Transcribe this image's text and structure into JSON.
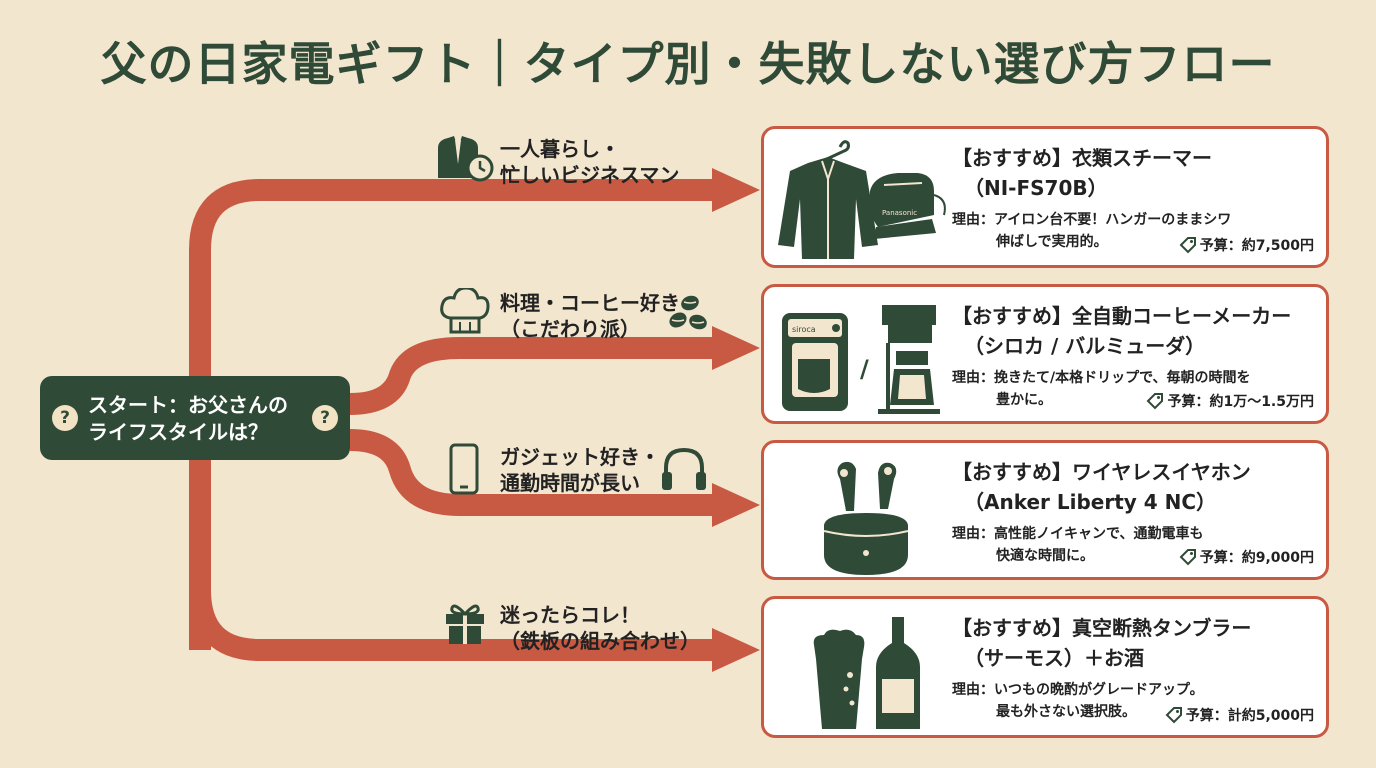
{
  "title": "父の日家電ギフト｜タイプ別・失敗しない選び方フロー",
  "colors": {
    "background": "#f3e6cf",
    "green": "#2f4a37",
    "arrow": "#c85a44",
    "card_border": "#c85a44"
  },
  "start": {
    "text_line1": "スタート：お父さんの",
    "text_line2": "ライフスタイルは？",
    "badge": "?"
  },
  "branches": [
    {
      "icon": "businessman-clock-icon",
      "label_line1": "一人暮らし・",
      "label_line2": "忙しいビジネスマン",
      "card": {
        "heading_line1": "【おすすめ】衣類スチーマー",
        "heading_line2": "（NI-FS70B）",
        "reason_line1": "理由：アイロン台不要！ハンガーのままシワ",
        "reason_line2": "伸ばしで実用的。",
        "budget": "予算：約7,500円",
        "image": "shirt-steamer-icon",
        "brand_text": "Panasonic"
      }
    },
    {
      "icon": "chef-hat-icon",
      "icon2": "coffee-beans-icon",
      "label_line1": "料理・コーヒー好き",
      "label_line2": "（こだわり派）",
      "card": {
        "heading_line1": "【おすすめ】全自動コーヒーメーカー",
        "heading_line2": "（シロカ / バルミューダ）",
        "reason_line1": "理由：挽きたて/本格ドリップで、毎朝の時間を",
        "reason_line2": "豊かに。",
        "budget": "予算：約1万〜1.5万円",
        "image": "coffee-makers-icon",
        "brand_text": "siroca",
        "separator": "/"
      }
    },
    {
      "icon": "smartphone-icon",
      "icon2": "headphones-icon",
      "label_line1": "ガジェット好き・",
      "label_line2": "通勤時間が長い",
      "card": {
        "heading_line1": "【おすすめ】ワイヤレスイヤホン",
        "heading_line2": "（Anker Liberty 4 NC）",
        "reason_line1": "理由：高性能ノイキャンで、通勤電車も",
        "reason_line2": "快適な時間に。",
        "budget": "予算：約9,000円",
        "image": "earbuds-icon"
      }
    },
    {
      "icon": "gift-box-icon",
      "label_line1": "迷ったらコレ！",
      "label_line2": "（鉄板の組み合わせ）",
      "card": {
        "heading_line1": "【おすすめ】真空断熱タンブラー",
        "heading_line2": "（サーモス）＋お酒",
        "reason_line1": "理由：いつもの晩酌がグレードアップ。",
        "reason_line2": "最も外さない選択肢。",
        "budget": "予算：計約5,000円",
        "image": "beer-and-bottle-icon"
      }
    }
  ],
  "budget_icon": "price-tag-icon"
}
